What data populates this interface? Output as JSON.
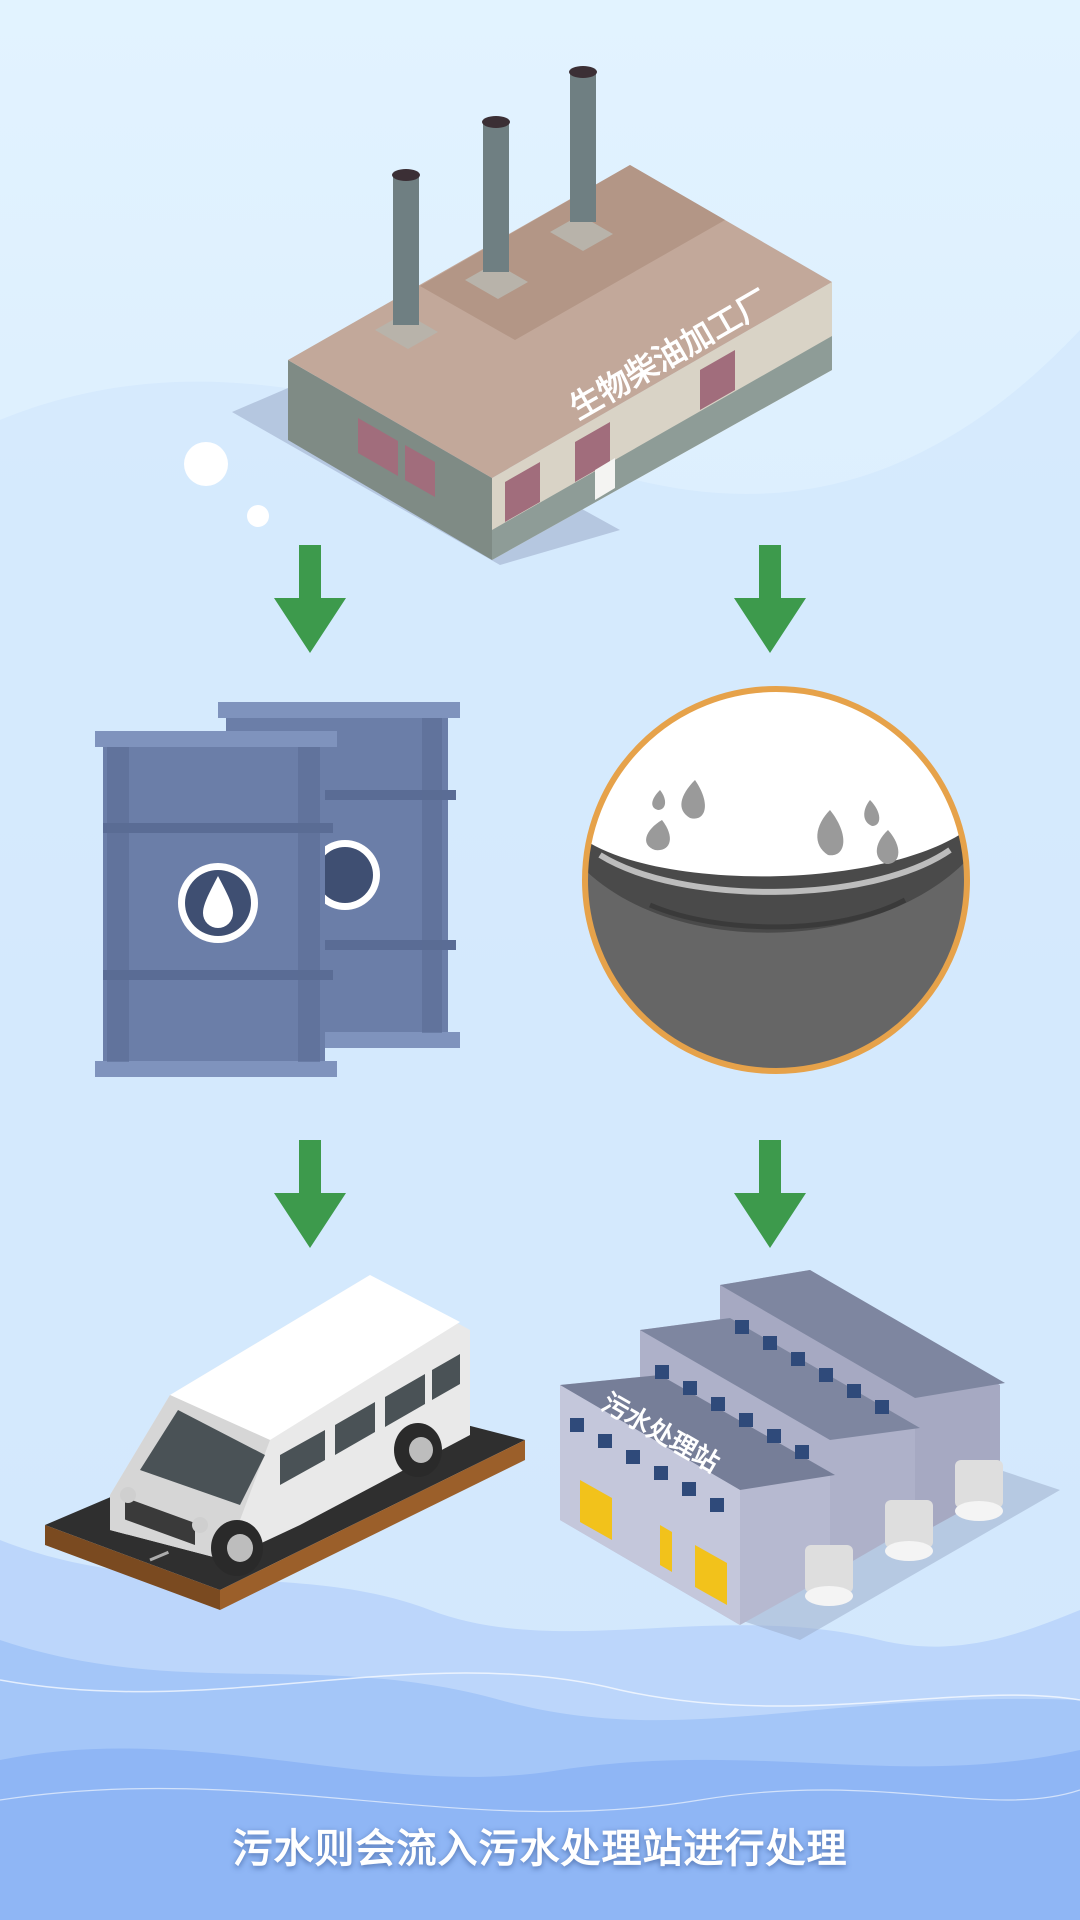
{
  "flow": {
    "factory_label": "生物柴油加工厂",
    "treatment_station_label": "污水处理站"
  },
  "caption": "污水则会流入污水处理站进行处理",
  "colors": {
    "background": "#dbeefd",
    "arrow": "#3d9a4c",
    "barrel": "#6b7ea8",
    "circle_border": "#e6a24a",
    "wave": "#8fb6f5"
  },
  "icons": [
    "factory-icon",
    "arrow-down-icon",
    "oil-barrel-icon",
    "oil-drop-icon",
    "sewage-circle-icon",
    "van-icon",
    "treatment-station-icon"
  ]
}
